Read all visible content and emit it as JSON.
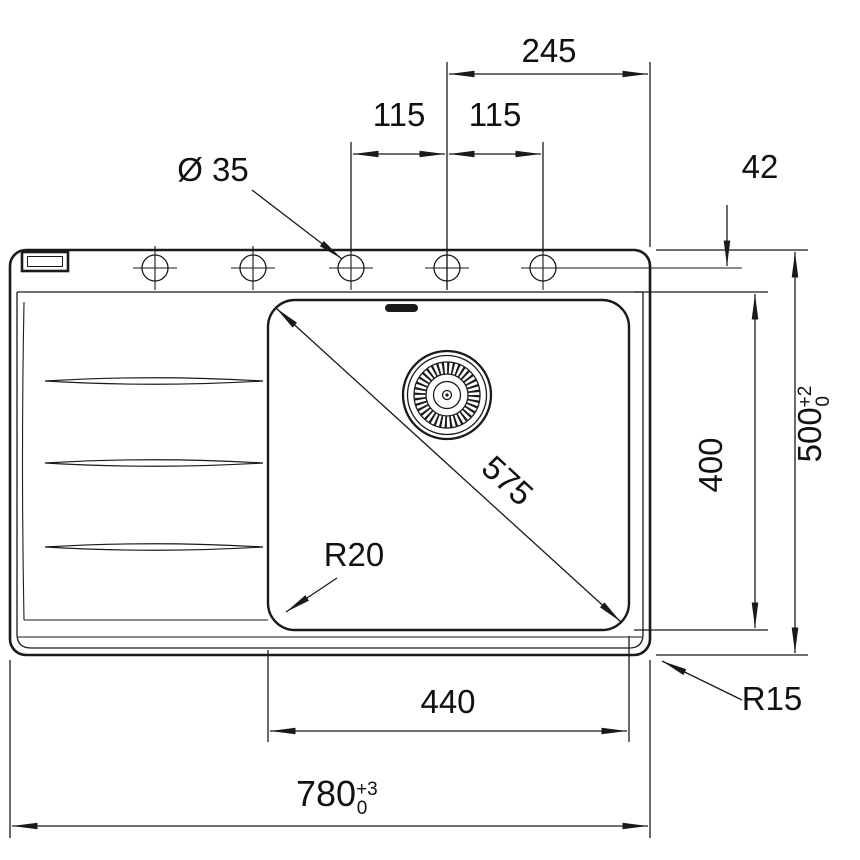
{
  "drawing": {
    "kind": "technical-dimension-drawing",
    "subject": "kitchen sink with left drainboard and right bowl, top view",
    "units": "mm",
    "colors": {
      "line": "#1a1a1a",
      "background": "#ffffff"
    },
    "dims": {
      "d245": "245",
      "d115a": "115",
      "d115b": "115",
      "hole_dia": "Ø 35",
      "d42": "42",
      "d575": "575",
      "d400": "400",
      "d500": "500",
      "d500_tol_plus": "+2",
      "d500_tol_minus": "0",
      "r20": "R20",
      "d440": "440",
      "d780": "780",
      "d780_tol_plus": "+3",
      "d780_tol_minus": "0",
      "r15": "R15"
    }
  }
}
